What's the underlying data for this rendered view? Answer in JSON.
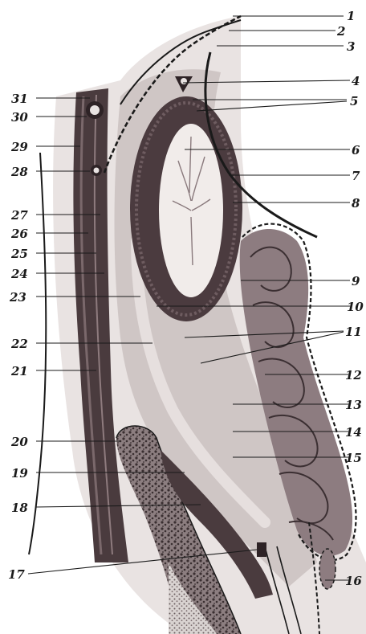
{
  "figure": {
    "description_free": true,
    "callouts": {
      "n1": "1",
      "n2": "2",
      "n3": "3",
      "n4": "4",
      "n5": "5",
      "n6": "6",
      "n7": "7",
      "n8": "8",
      "n9": "9",
      "n10": "10",
      "n11": "11",
      "n12": "12",
      "n13": "13",
      "n14": "14",
      "n15": "15",
      "n16": "16",
      "n17": "17",
      "n18": "18",
      "n19": "19",
      "n20": "20",
      "n21": "21",
      "n22": "22",
      "n23": "23",
      "n24": "24",
      "n25": "25",
      "n26": "26",
      "n27": "27",
      "n28": "28",
      "n29": "29",
      "n30": "30",
      "n31": "31"
    }
  }
}
